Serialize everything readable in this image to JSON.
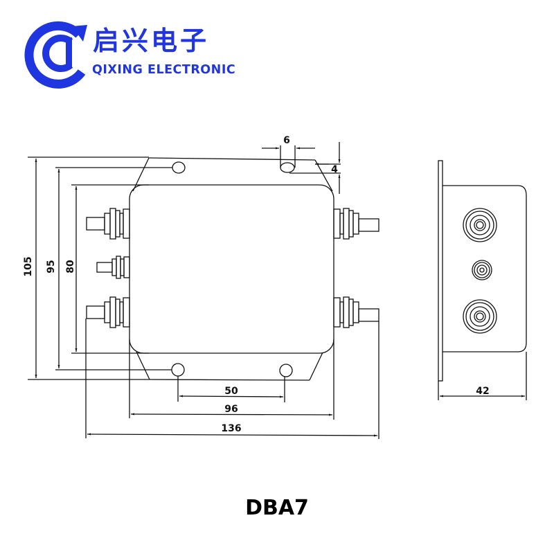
{
  "brand": {
    "name_cn": "启兴电子",
    "name_en": "QIXING ELECTRONIC",
    "color": "#1f35e0",
    "logo_icon": "circular-arrow-c-logo-icon"
  },
  "drawing": {
    "model": "DBA7",
    "line_color": "#111111",
    "front_view": {
      "dimensions": {
        "hole_diameter": "6",
        "hole_edge_offset": "4",
        "total_height": "105",
        "hole_spacing_vertical": "95",
        "body_height": "80",
        "hole_spacing_horizontal": "50",
        "body_width": "96",
        "total_width": "136"
      },
      "terminals_left": 3,
      "terminals_right": 2
    },
    "side_view": {
      "dimensions": {
        "depth": "42"
      },
      "terminals": 3
    }
  }
}
